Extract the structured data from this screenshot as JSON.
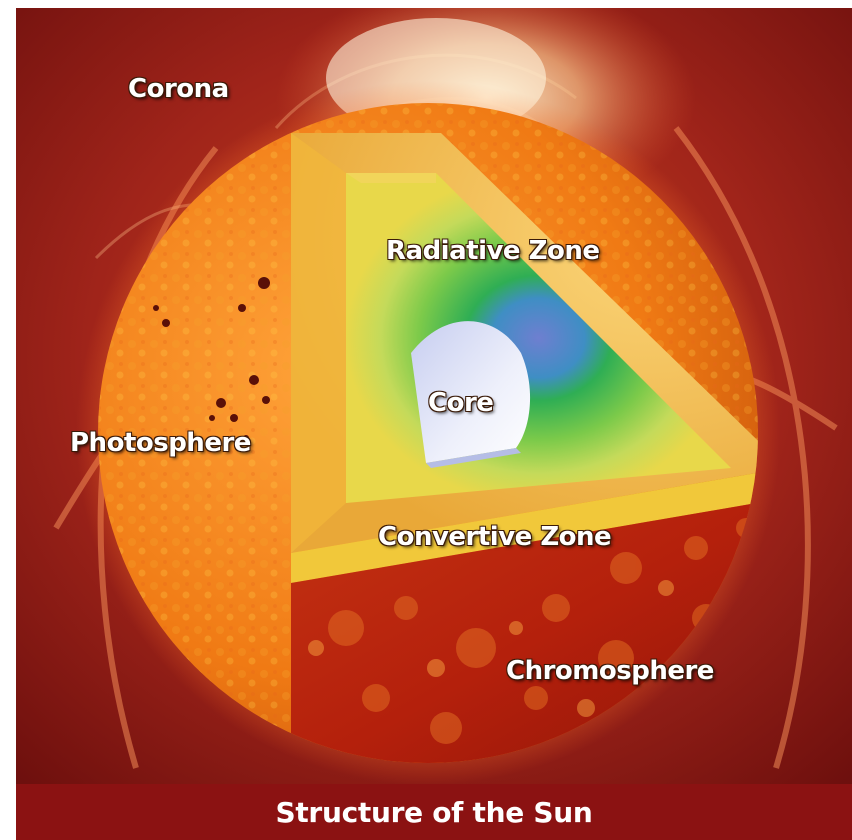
{
  "diagram": {
    "labels": {
      "corona": "Corona",
      "radiative_zone": "Radiative Zone",
      "core": "Core",
      "photosphere": "Photosphere",
      "convective_zone": "Convertive Zone",
      "chromosphere": "Chromosphere"
    },
    "caption": "Structure of the Sun"
  },
  "colors": {
    "background_red": "#8a1410",
    "surface_orange": "#f07a14",
    "outer_layer_yellow": "#f5c04a",
    "radiative_green": "#3cbf3a",
    "core_white": "#e8ecf8",
    "chromosphere_red": "#c0260e",
    "caption_bar": "#8b1212"
  }
}
